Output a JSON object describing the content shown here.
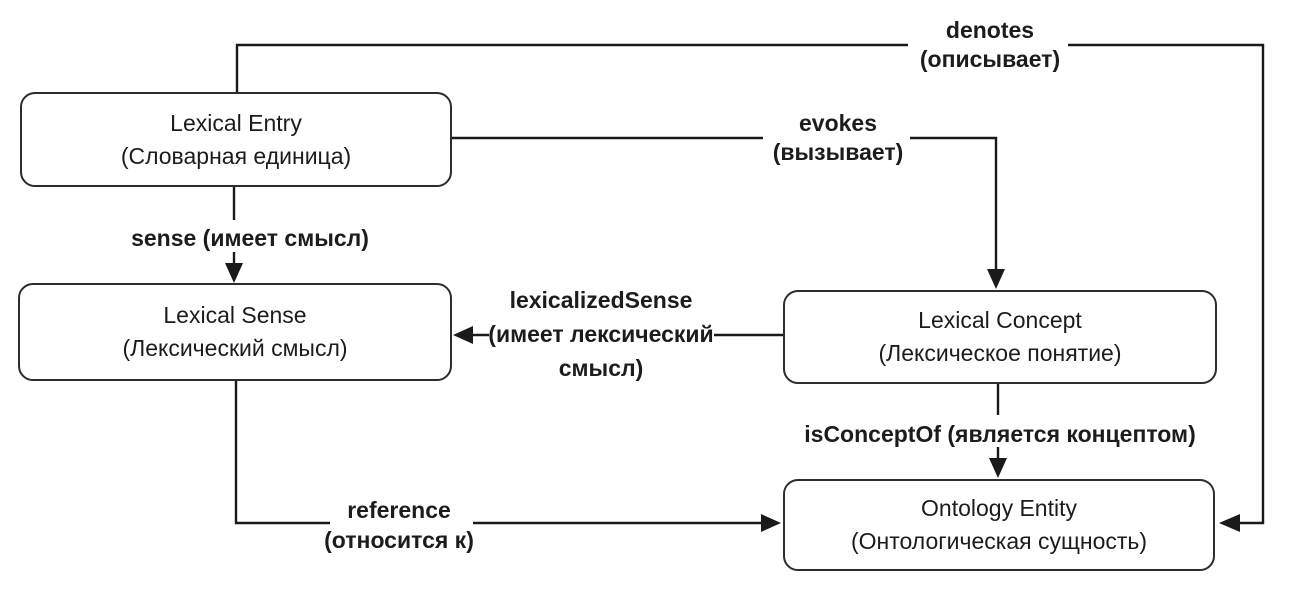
{
  "diagram": {
    "description": "Lexicon-ontology model diagram with English and Russian labels",
    "colors": {
      "background": "#ffffff",
      "box_fill": "#ffffff",
      "box_border": "#2d2d2d",
      "line": "#1a1a1a",
      "text": "#1c1c1c"
    },
    "nodes": {
      "lexical_entry": {
        "en": "Lexical Entry",
        "ru": "(Словарная единица)"
      },
      "lexical_sense": {
        "en": "Lexical Sense",
        "ru": "(Лексический смысл)"
      },
      "lexical_concept": {
        "en": "Lexical Concept",
        "ru": "(Лексическое понятие)"
      },
      "ontology_entity": {
        "en": "Ontology Entity",
        "ru": "(Онтологическая сущность)"
      }
    },
    "edges": {
      "denotes": {
        "en": "denotes",
        "ru": "(описывает)",
        "from": "lexical_entry",
        "to": "ontology_entity"
      },
      "evokes": {
        "en": "evokes",
        "ru": "(вызывает)",
        "from": "lexical_entry",
        "to": "lexical_concept"
      },
      "sense": {
        "label": "sense (имеет смысл)",
        "from": "lexical_entry",
        "to": "lexical_sense"
      },
      "lexicalized_sense": {
        "en": "lexicalizedSense",
        "ru_line1": "(имеет лексический",
        "ru_line2": "смысл)",
        "from": "lexical_concept",
        "to": "lexical_sense"
      },
      "is_concept_of": {
        "label": "isConceptOf (является концептом)",
        "from": "lexical_concept",
        "to": "ontology_entity"
      },
      "reference": {
        "en": "reference",
        "ru": "(относится к)",
        "from": "lexical_sense",
        "to": "ontology_entity"
      }
    }
  }
}
